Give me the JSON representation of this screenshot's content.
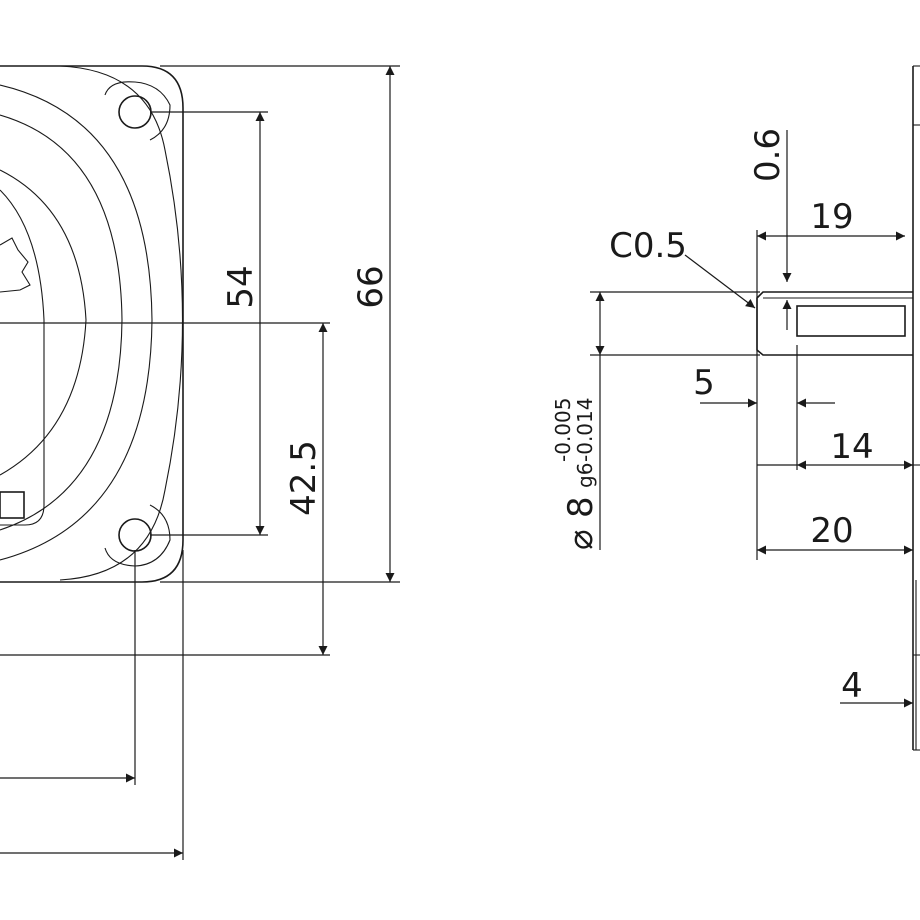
{
  "dimensions": {
    "d54": "54",
    "d66": "66",
    "d42_5": "42.5",
    "d0_6": "0.6",
    "d19": "19",
    "c0_5": "C0.5",
    "d5": "5",
    "d14": "14",
    "d20": "20",
    "d4": "4",
    "shaft_dia": "8",
    "tol_class": "g6",
    "tol_upper": "-0.005",
    "tol_lower": "-0.014"
  },
  "symbols": {
    "diameter": "⌀"
  }
}
